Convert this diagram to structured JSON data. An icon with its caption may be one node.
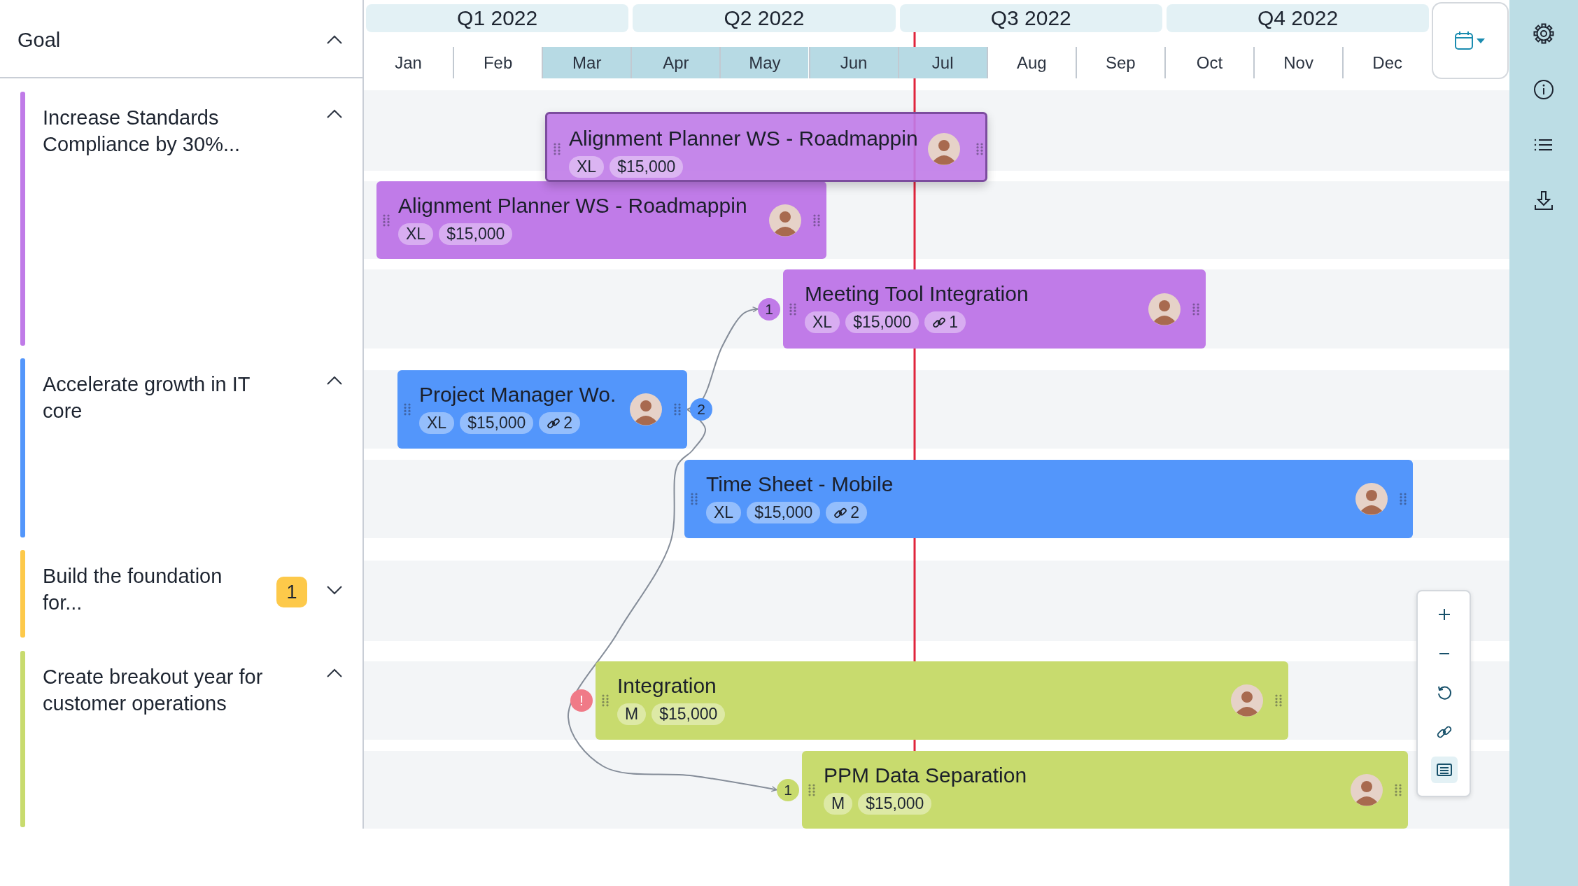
{
  "diagram": {
    "nodes": [
      {
        "text": [
          "Goal"
        ]
      },
      {
        "text": [
          "Increase Standards Compliance by 30%..."
        ]
      },
      {
        "text": [
          "Accelerate growth in IT core"
        ]
      },
      {
        "text": [
          "Build the foundation for...",
          "1"
        ]
      },
      {
        "text": [
          "Create breakout year for customer operations"
        ]
      },
      {
        "text": [
          "Alignment Planner WS - Roadmappin",
          "XL",
          "$15,000"
        ]
      },
      {
        "text": [
          "Alignment Planner WS - Roadmappin",
          "XL",
          "$15,000"
        ]
      },
      {
        "text": [
          "Meeting Tool Integration",
          "XL",
          "$15,000",
          "1"
        ],
        "beside": [
          "1"
        ]
      },
      {
        "text": [
          "Project Manager Wo.",
          "XL",
          "$15,000",
          "2"
        ],
        "beside": [
          "2"
        ]
      },
      {
        "text": [
          "Time Sheet - Mobile",
          "XL",
          "$15,000",
          "2"
        ]
      },
      {
        "text": [
          "Integration",
          "M",
          "$15,000"
        ],
        "beside": [
          "!"
        ]
      },
      {
        "text": [
          "PPM Data Separation",
          "M",
          "$15,000"
        ],
        "beside": [
          "1"
        ]
      }
    ],
    "edges": [
      {
        "from": 8,
        "to": 7,
        "arrow": "to"
      },
      {
        "from": 8,
        "to": 11,
        "arrow": "to"
      }
    ],
    "labels": [
      "Q1 2022",
      "Q2 2022",
      "Q3 2022",
      "Q4 2022",
      "Jan",
      "Feb",
      "Mar",
      "Apr",
      "May",
      "Jun",
      "Jul",
      "Aug",
      "Sep",
      "Oct",
      "Nov",
      "Dec"
    ]
  }
}
